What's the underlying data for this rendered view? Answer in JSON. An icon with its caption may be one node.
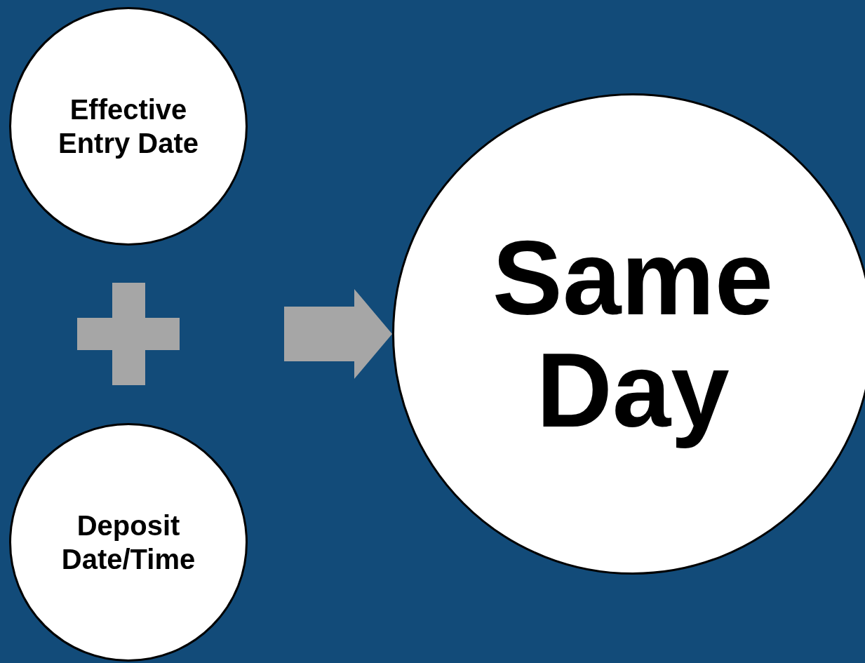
{
  "diagram": {
    "nodes": [
      {
        "text": [
          "Effective Entry Date"
        ]
      },
      {
        "text": [
          "Deposit Date/Time"
        ]
      },
      {
        "text": [
          "Same Day"
        ]
      }
    ],
    "edges": [
      {
        "from": null,
        "to": 2,
        "arrow": "to"
      }
    ]
  }
}
